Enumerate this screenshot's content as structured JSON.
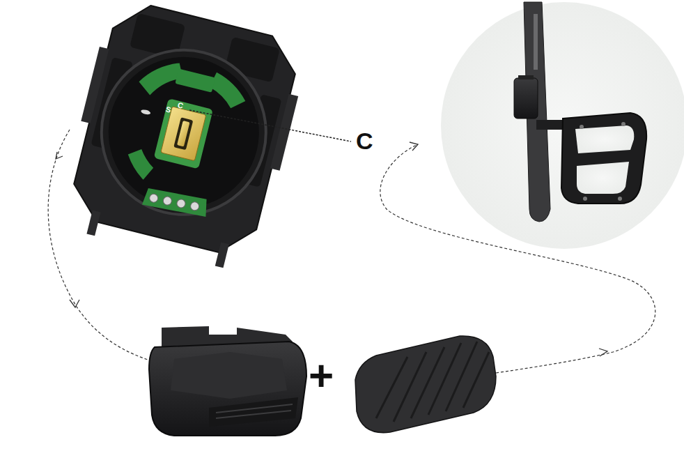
{
  "diagram": {
    "labels": [
      "S",
      "C",
      "C",
      "+"
    ]
  }
}
